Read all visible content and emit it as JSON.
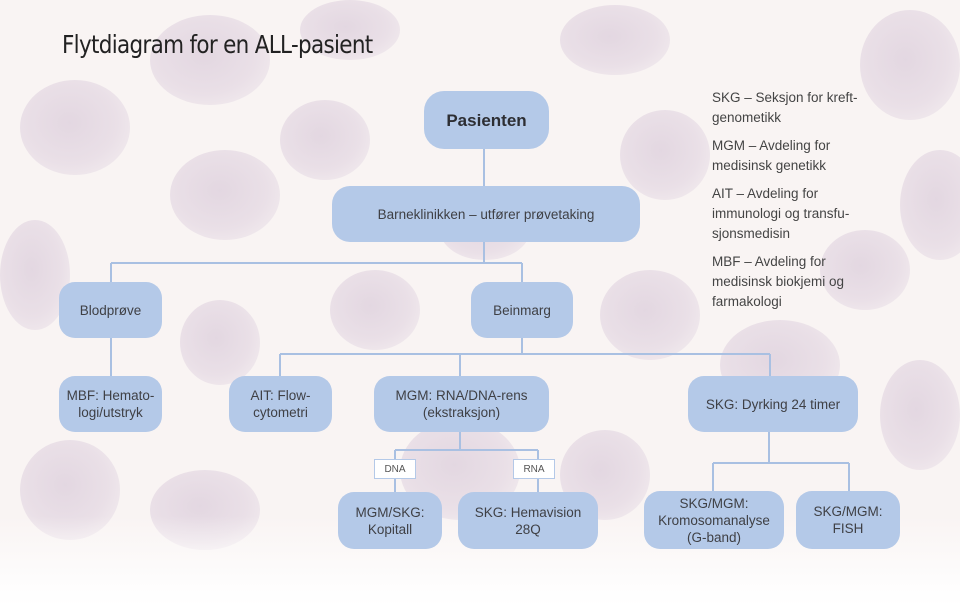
{
  "title": "Flytdiagram for en ALL-pasient",
  "colors": {
    "node_fill": "#b4c9e8",
    "connector": "#a9c0e2",
    "text": "#3f4045"
  },
  "nodes": {
    "pasienten": "Pasienten",
    "barneklinikken": "Barneklinikken – utfører prøvetaking",
    "blodprove": "Blodprøve",
    "beinmarg": "Beinmarg",
    "mbf_hematologi": "MBF: Hemato-\nlogi/utstryk",
    "ait_flow": "AIT: Flow-\ncytometri",
    "mgm_rens": "MGM: RNA/DNA-rens\n(ekstraksjon)",
    "skg_dyrking": "SKG: Dyrking 24 timer",
    "mgm_skg_kopitall": "MGM/SKG:\nKopitall",
    "skg_hemavision": "SKG: Hemavision\n28Q",
    "skg_mgm_kromosom": "SKG/MGM:\nKromosomanalyse\n(G-band)",
    "skg_mgm_fish": "SKG/MGM:\nFISH"
  },
  "edge_labels": {
    "dna": "DNA",
    "rna": "RNA"
  },
  "legend": [
    "SKG – Seksjon for kreft-\ngenometikk",
    "MGM – Avdeling for\nmedisinsk genetikk",
    "AIT – Avdeling for\nimmunologi og transfu-\nsjonsmedisin",
    "MBF – Avdeling for\nmedisinsk biokjemi og\nfarmakologi"
  ]
}
